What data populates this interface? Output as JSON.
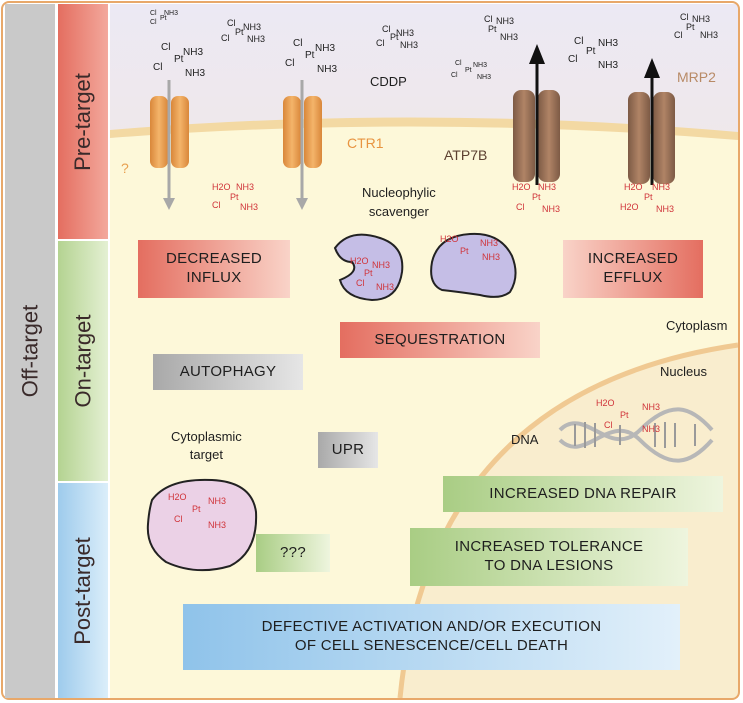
{
  "side_tabs": {
    "off_target": "Off-target",
    "pre_target": "Pre-target",
    "on_target": "On-target",
    "post_target": "Post-target"
  },
  "labels": {
    "cddp": "CDDP",
    "ctr1": "CTR1",
    "atp7b": "ATP7B",
    "mrp2": "MRP2",
    "question": "?",
    "nucleophilic_scavenger": "Nucleophylic\nscavenger",
    "cytoplasm": "Cytoplasm",
    "nucleus": "Nucleus",
    "dna": "DNA",
    "cytoplasmic_target": "Cytoplasmic\ntarget"
  },
  "boxes": {
    "decreased_influx": "DECREASED\nINFLUX",
    "increased_efflux": "INCREASED\nEFFLUX",
    "sequestration": "SEQUESTRATION",
    "autophagy": "AUTOPHAGY",
    "upr": "UPR",
    "increased_dna_repair": "INCREASED DNA REPAIR",
    "increased_tolerance": "INCREASED TOLERANCE\nTO DNA LESIONS",
    "unknown": "???",
    "defective_activation": "DEFECTIVE ACTIVATION AND/OR EXECUTION\nOF CELL SENESCENCE/CELL DEATH"
  },
  "molecule": {
    "cl": "Cl",
    "nh3": "NH3",
    "pt": "Pt",
    "h2o": "H2O"
  },
  "colors": {
    "frame": "#e8a86a",
    "pre_target": "#e07868",
    "on_target": "#bcd69a",
    "post_target": "#a8cde8",
    "off_target": "#c9c9c9",
    "ctr1": "#e8a050",
    "atp7b_mrp2": "#9a6e55",
    "cytoplasm": "#fdf8d8",
    "nucleus": "#faeecf",
    "cisplatin_red": "#d0343a"
  }
}
